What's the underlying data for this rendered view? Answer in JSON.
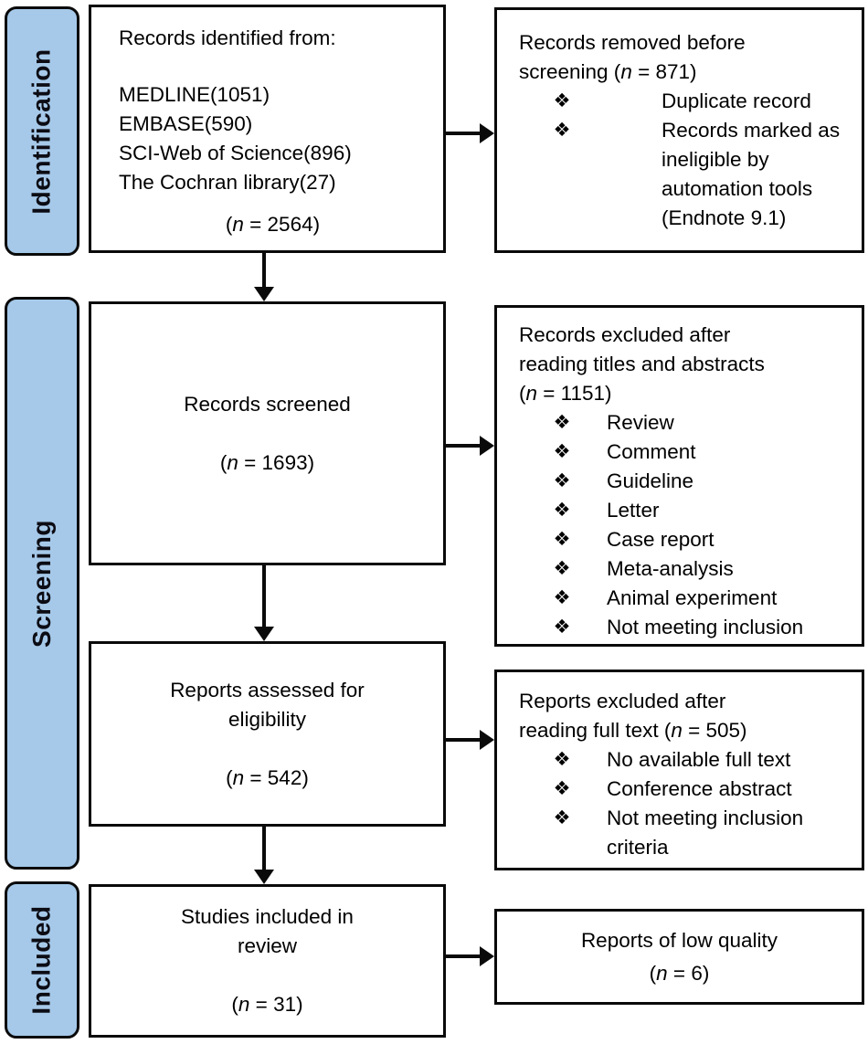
{
  "palette": {
    "stage_label_bg": "#a6c9e9",
    "box_bg": "#ffffff",
    "border": "#0a0a0a",
    "text": "#000000"
  },
  "bullet_glyph": "❖",
  "stages": [
    {
      "label": "Identification"
    },
    {
      "label": "Screening"
    },
    {
      "label": "Included"
    }
  ],
  "boxes": {
    "identified": {
      "title": "Records identified from:",
      "sources": [
        "MEDLINE(1051)",
        "EMBASE(590)",
        "SCI-Web of Science(896)",
        "The Cochran library(27)"
      ],
      "count": [
        {
          "t": "("
        },
        {
          "t": "n",
          "i": true
        },
        {
          "t": " = 2564)"
        }
      ]
    },
    "removed": {
      "title_lines": [
        [
          {
            "t": "Records removed before"
          }
        ],
        [
          {
            "t": "screening ("
          },
          {
            "t": "n",
            "i": true
          },
          {
            "t": " = 871)"
          }
        ]
      ],
      "items": [
        "Duplicate record",
        "Records marked as ineligible by automation tools (Endnote 9.1)"
      ]
    },
    "screened": {
      "title": "Records screened",
      "count": [
        {
          "t": "("
        },
        {
          "t": "n",
          "i": true
        },
        {
          "t": " = 1693)"
        }
      ]
    },
    "excluded_abstracts": {
      "title_lines": [
        [
          {
            "t": "Records excluded after"
          }
        ],
        [
          {
            "t": "reading titles and abstracts"
          }
        ],
        [
          {
            "t": "("
          },
          {
            "t": "n",
            "i": true
          },
          {
            "t": " = 1151)"
          }
        ]
      ],
      "items": [
        "Review",
        "Comment",
        "Guideline",
        "Letter",
        "Case report",
        "Meta-analysis",
        "Animal experiment",
        "Not meeting inclusion"
      ]
    },
    "assessed": {
      "title_lines": [
        [
          {
            "t": "Reports assessed for"
          }
        ],
        [
          {
            "t": "eligibility"
          }
        ]
      ],
      "count": [
        {
          "t": "("
        },
        {
          "t": "n",
          "i": true
        },
        {
          "t": " = 542)"
        }
      ]
    },
    "excluded_fulltext": {
      "title_lines": [
        [
          {
            "t": "Reports excluded after"
          }
        ],
        [
          {
            "t": "reading full text ("
          },
          {
            "t": "n",
            "i": true
          },
          {
            "t": " = 505)"
          }
        ]
      ],
      "items": [
        "No available full text",
        "Conference abstract",
        "Not meeting inclusion criteria"
      ]
    },
    "included_review": {
      "title_lines": [
        [
          {
            "t": "Studies included in"
          }
        ],
        [
          {
            "t": "review"
          }
        ]
      ],
      "count": [
        {
          "t": "("
        },
        {
          "t": "n",
          "i": true
        },
        {
          "t": " = 31)"
        }
      ]
    },
    "low_quality": {
      "title": "Reports of low quality",
      "count": [
        {
          "t": "("
        },
        {
          "t": "n",
          "i": true
        },
        {
          "t": " = 6)"
        }
      ]
    }
  }
}
